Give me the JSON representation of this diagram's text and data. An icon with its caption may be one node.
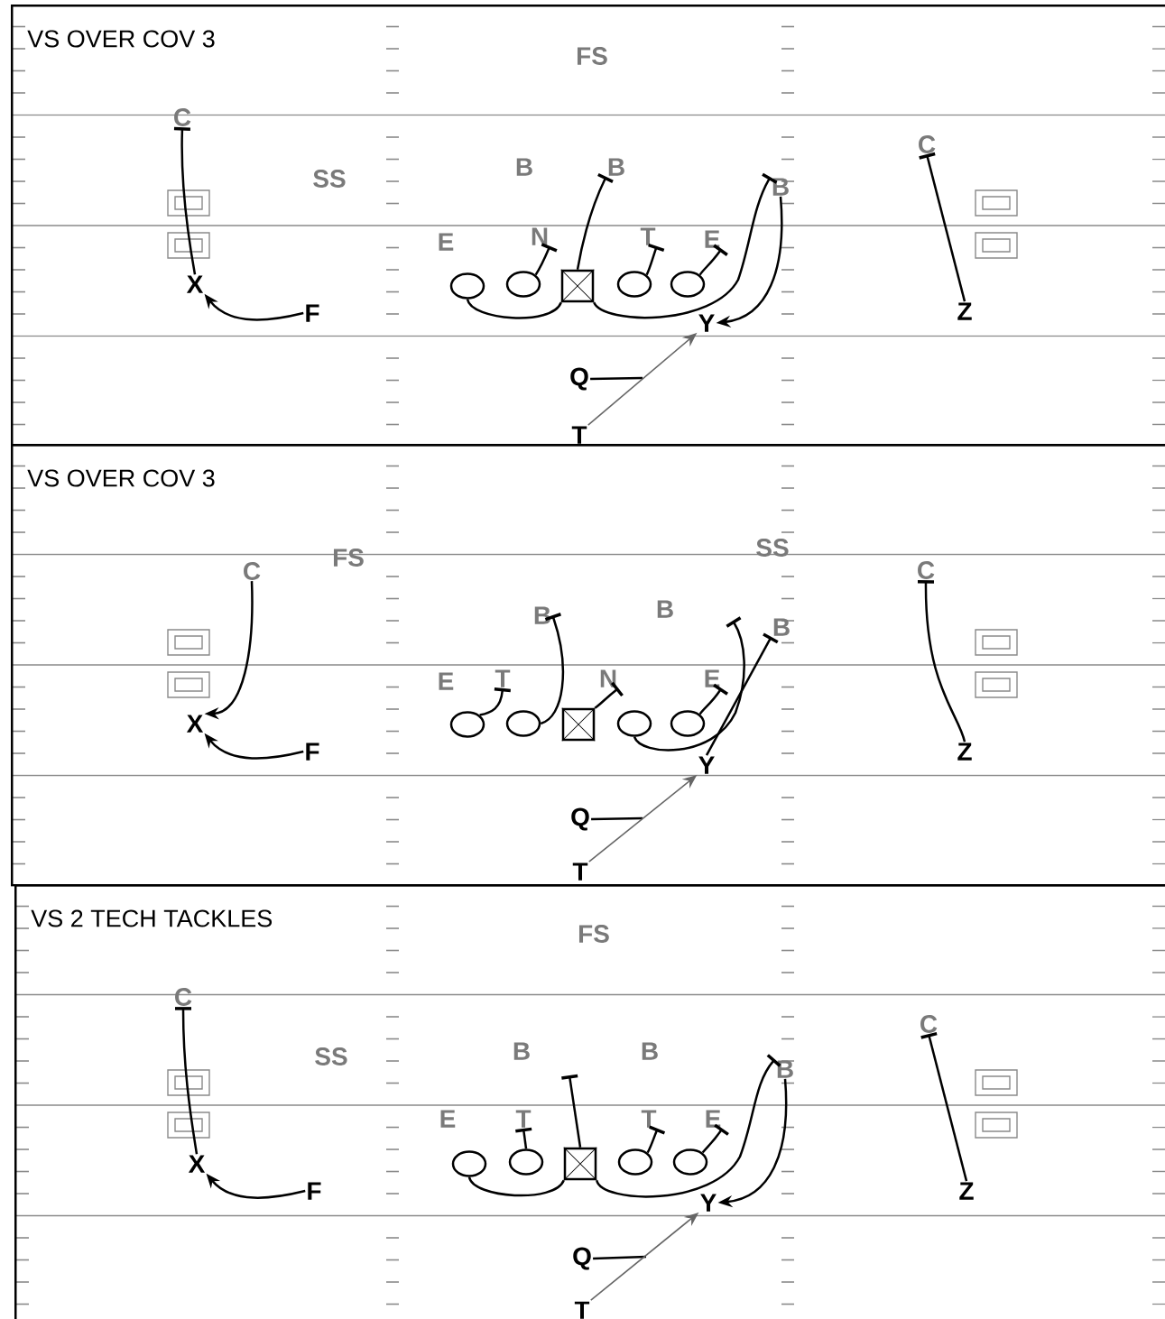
{
  "diagram": {
    "nodes": [
      {
        "text": [
          "VS OVER COV 3"
        ]
      },
      {
        "text": [
          "C"
        ],
        "in": 0
      },
      {
        "text": [
          "B"
        ],
        "in": 0
      },
      {
        "text": [
          "B"
        ],
        "in": 0
      },
      {
        "text": [
          "N"
        ],
        "in": 0
      },
      {
        "text": [
          "T"
        ],
        "in": 0
      },
      {
        "text": [
          "E"
        ],
        "in": 0
      },
      {
        "text": [],
        "shape": "circle",
        "in": 0
      },
      {
        "text": [],
        "shape": "circle",
        "in": 0
      },
      {
        "text": [],
        "shape": "box",
        "in": 0
      },
      {
        "text": [],
        "shape": "circle",
        "in": 0
      },
      {
        "text": [],
        "shape": "circle",
        "in": 0
      },
      {
        "text": [
          "X"
        ],
        "in": 0
      },
      {
        "text": [
          "F"
        ],
        "in": 0
      },
      {
        "text": [
          "Y"
        ],
        "in": 0
      },
      {
        "text": [
          "Q"
        ],
        "in": 0
      },
      {
        "text": [
          "T"
        ],
        "in": 0
      },
      {
        "text": [
          "C"
        ],
        "in": 0
      },
      {
        "text": [
          "Z"
        ],
        "in": 0
      },
      {
        "text": [
          "VS OVER COV 3"
        ]
      },
      {
        "text": [
          "C"
        ],
        "in": 19
      },
      {
        "text": [
          "C"
        ],
        "in": 19
      },
      {
        "text": [
          "B"
        ],
        "in": 19
      },
      {
        "text": [
          "B"
        ],
        "in": 19
      },
      {
        "text": [
          "T"
        ],
        "in": 19
      },
      {
        "text": [
          "N"
        ],
        "in": 19
      },
      {
        "text": [
          "E"
        ],
        "in": 19
      },
      {
        "text": [],
        "shape": "circle",
        "in": 19
      },
      {
        "text": [],
        "shape": "circle",
        "in": 19
      },
      {
        "text": [],
        "shape": "box",
        "in": 19
      },
      {
        "text": [],
        "shape": "circle",
        "in": 19
      },
      {
        "text": [],
        "shape": "circle",
        "in": 19
      },
      {
        "text": [
          "X"
        ],
        "in": 19
      },
      {
        "text": [
          "F"
        ],
        "in": 19
      },
      {
        "text": [
          "Y"
        ],
        "in": 19
      },
      {
        "text": [
          "Q"
        ],
        "in": 19
      },
      {
        "text": [
          "T"
        ],
        "in": 19
      },
      {
        "text": [
          "Z"
        ],
        "in": 19
      },
      {
        "text": [
          "VS 2 TECH TACKLES"
        ]
      },
      {
        "text": [
          "C"
        ],
        "in": 38
      },
      {
        "text": [
          "C"
        ],
        "in": 38
      },
      {
        "text": [
          "B"
        ],
        "in": 38
      },
      {
        "text": [
          "T"
        ],
        "in": 38
      },
      {
        "text": [
          "T"
        ],
        "in": 38
      },
      {
        "text": [
          "E"
        ],
        "in": 38
      },
      {
        "text": [],
        "shape": "circle",
        "in": 38
      },
      {
        "text": [],
        "shape": "circle",
        "in": 38
      },
      {
        "text": [],
        "shape": "box",
        "in": 38
      },
      {
        "text": [],
        "shape": "circle",
        "in": 38
      },
      {
        "text": [],
        "shape": "circle",
        "in": 38
      },
      {
        "text": [
          "X"
        ],
        "in": 38
      },
      {
        "text": [
          "F"
        ],
        "in": 38
      },
      {
        "text": [
          "Y"
        ],
        "in": 38
      },
      {
        "text": [
          "Q"
        ],
        "in": 38
      },
      {
        "text": [
          "T"
        ],
        "in": 38
      },
      {
        "text": [
          "Z"
        ],
        "in": 38
      }
    ],
    "edges": [
      {
        "from": 12,
        "to": 1,
        "arrow": "other"
      },
      {
        "from": 18,
        "to": 17,
        "arrow": "other"
      },
      {
        "from": 13,
        "to": 12,
        "arrow": "to"
      },
      {
        "from": 7,
        "to": 9,
        "arrow": "none"
      },
      {
        "from": 9,
        "to": 3,
        "arrow": "other"
      },
      {
        "from": 8,
        "to": 4,
        "arrow": "other"
      },
      {
        "from": 10,
        "to": 5,
        "arrow": "other"
      },
      {
        "from": 11,
        "to": 6,
        "arrow": "other"
      },
      {
        "from": 3,
        "to": 14,
        "arrow": "to"
      },
      {
        "from": 15,
        "to": null,
        "arrow": "none"
      },
      {
        "from": 16,
        "to": 14,
        "arrow": "to",
        "color": "#666666"
      },
      {
        "from": 20,
        "to": 32,
        "arrow": "to"
      },
      {
        "from": 37,
        "to": 21,
        "arrow": "other"
      },
      {
        "from": 33,
        "to": 32,
        "arrow": "to"
      },
      {
        "from": 27,
        "to": 24,
        "arrow": "other"
      },
      {
        "from": 28,
        "to": 22,
        "arrow": "other"
      },
      {
        "from": 29,
        "to": 25,
        "arrow": "other"
      },
      {
        "from": 30,
        "to": null,
        "arrow": "other"
      },
      {
        "from": 31,
        "to": 26,
        "arrow": "other"
      },
      {
        "from": 34,
        "to": 23,
        "arrow": "other"
      },
      {
        "from": 35,
        "to": null,
        "arrow": "none"
      },
      {
        "from": 36,
        "to": 34,
        "arrow": "to",
        "color": "#666666"
      },
      {
        "from": 50,
        "to": 39,
        "arrow": "other"
      },
      {
        "from": 55,
        "to": 40,
        "arrow": "other"
      },
      {
        "from": 51,
        "to": 50,
        "arrow": "to"
      },
      {
        "from": 45,
        "to": 47,
        "arrow": "none"
      },
      {
        "from": 47,
        "to": 41,
        "arrow": "other"
      },
      {
        "from": 46,
        "to": 42,
        "arrow": "other"
      },
      {
        "from": 48,
        "to": 43,
        "arrow": "other"
      },
      {
        "from": 49,
        "to": 44,
        "arrow": "other"
      },
      {
        "from": 41,
        "to": 52,
        "arrow": "to"
      },
      {
        "from": 53,
        "to": null,
        "arrow": "none"
      },
      {
        "from": 54,
        "to": 52,
        "arrow": "to",
        "color": "#666666"
      },
      {
        "from": 9,
        "to": 2,
        "arrow": "other"
      },
      {
        "from": 47,
        "to": null,
        "arrow": "other"
      }
    ],
    "labels": [
      "FS",
      "SS",
      "B",
      "E",
      "FS",
      "SS",
      "B",
      "E",
      "FS",
      "SS",
      "B",
      "B",
      "E"
    ]
  }
}
